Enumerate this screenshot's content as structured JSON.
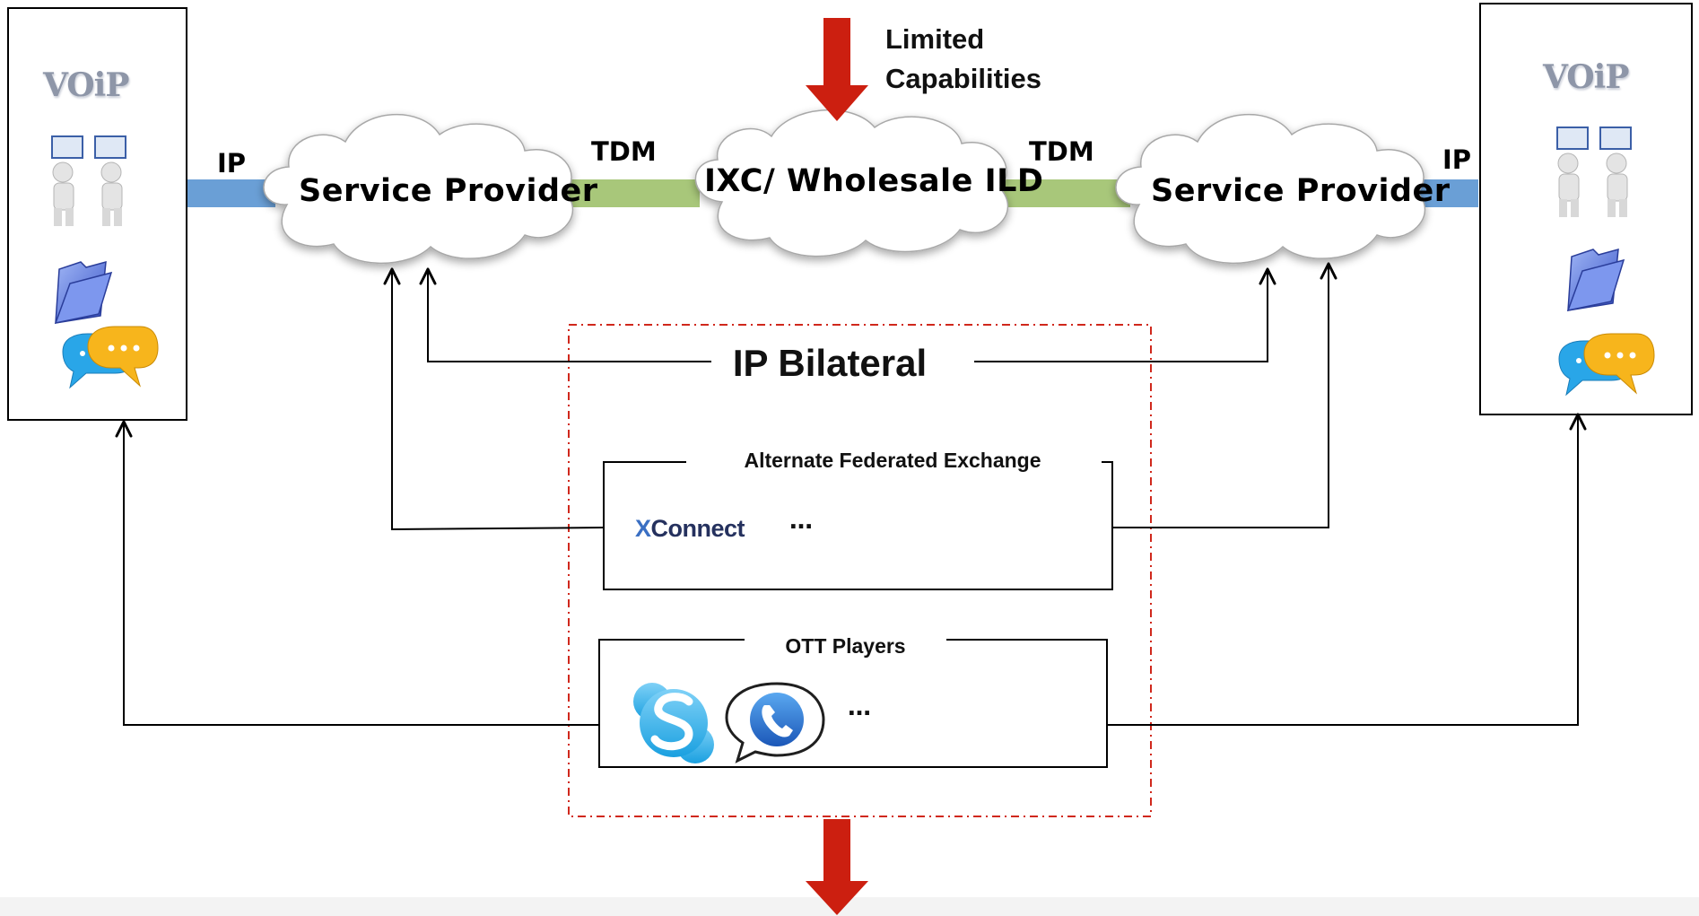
{
  "clouds": {
    "left": "Service Provider",
    "center": "IXC/ Wholesale ILD",
    "right": "Service Provider"
  },
  "links": {
    "ip_left": "IP",
    "tdm_left": "TDM",
    "tdm_right": "TDM",
    "ip_right": "IP"
  },
  "limited": {
    "line1": "Limited",
    "line2": "Capabilities"
  },
  "ip_bilateral": "IP Bilateral",
  "federated": {
    "title": "Alternate Federated Exchange",
    "logo_x": "X",
    "logo_rest": "Connect",
    "more": "…"
  },
  "ott": {
    "title": "OTT Players",
    "more": "…"
  },
  "endpoints": {
    "left_logo": "VOiP",
    "right_logo": "VOiP"
  },
  "colors": {
    "ip_link": "#6a9fd6",
    "tdm_link": "#a8c77a",
    "red_arrow": "#cc1f10",
    "dashed_box": "#d0281c"
  },
  "icons": [
    "voip-logo",
    "people-tablets-icon",
    "folder-icon",
    "chat-bubbles-icon",
    "skype-icon",
    "phone-bubble-icon"
  ]
}
